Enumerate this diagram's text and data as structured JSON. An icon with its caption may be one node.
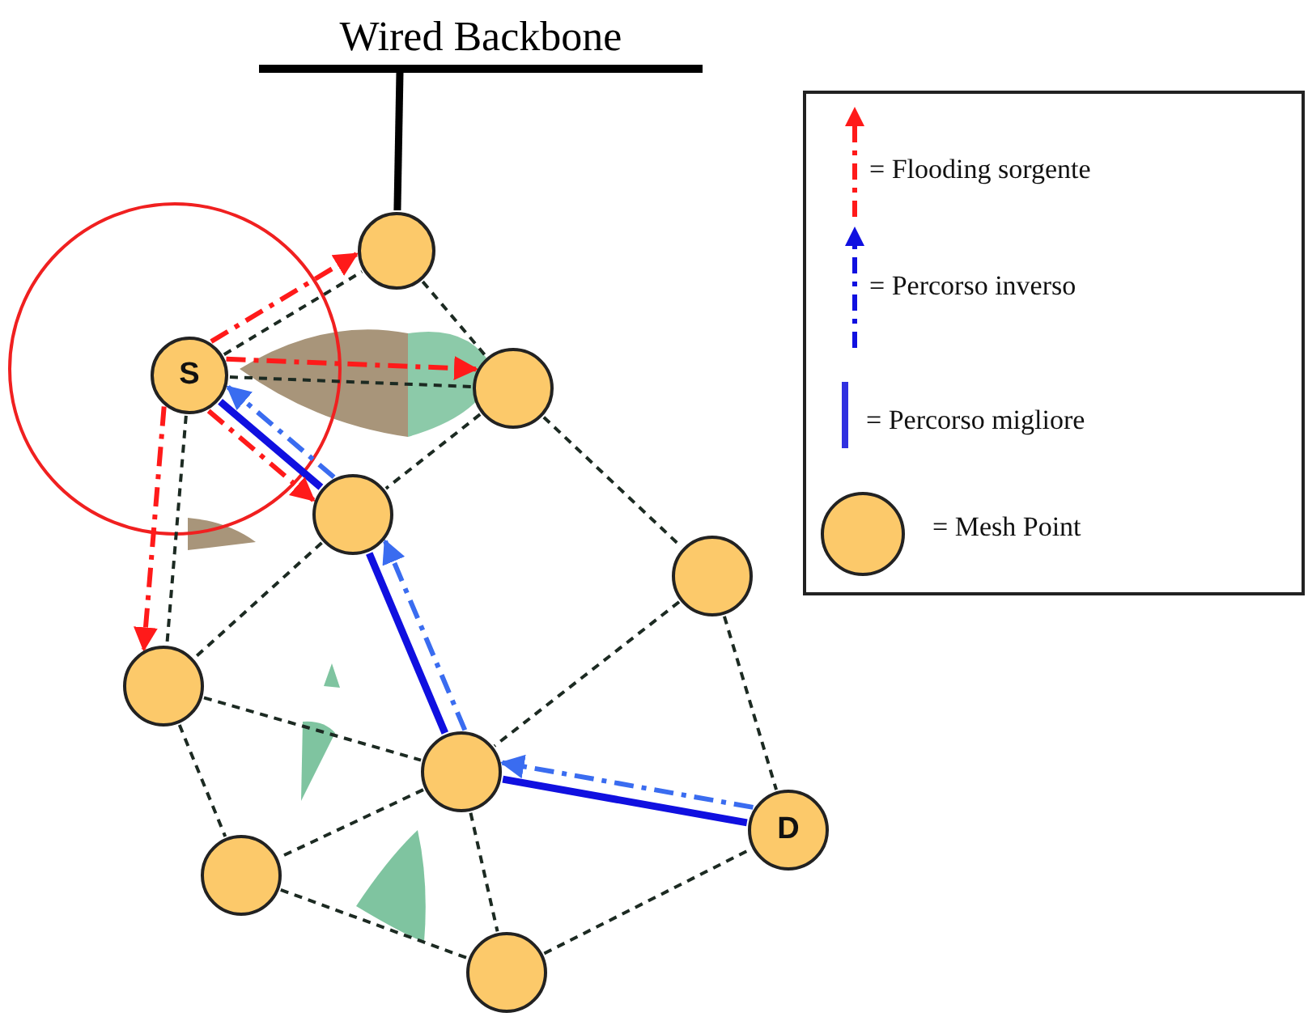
{
  "diagram": {
    "nodes": [
      {
        "text": [
          "Wired Backbone"
        ]
      },
      {
        "text": [],
        "shape": "circle"
      },
      {
        "text": [
          "S"
        ]
      },
      {
        "text": [],
        "shape": "circle"
      },
      {
        "text": [],
        "shape": "circle"
      },
      {
        "text": [],
        "shape": "circle"
      },
      {
        "text": [],
        "shape": "circle"
      },
      {
        "text": [],
        "shape": "circle"
      },
      {
        "text": [
          "D"
        ]
      },
      {
        "text": [],
        "shape": "circle"
      },
      {
        "text": [],
        "shape": "circle"
      }
    ],
    "edges": [
      {
        "from": 0,
        "to": 1,
        "arrow": "none",
        "style": "thick",
        "color": "#000000"
      },
      {
        "from": 2,
        "to": 1,
        "arrow": "none",
        "style": "dashed"
      },
      {
        "from": 2,
        "to": 3,
        "arrow": "none",
        "style": "dashed"
      },
      {
        "from": 1,
        "to": 3,
        "arrow": "none",
        "style": "dashed"
      },
      {
        "from": 3,
        "to": 4,
        "arrow": "none",
        "style": "dashed"
      },
      {
        "from": 3,
        "to": 5,
        "arrow": "none",
        "style": "dashed"
      },
      {
        "from": 2,
        "to": 6,
        "arrow": "none",
        "style": "dashed"
      },
      {
        "from": 4,
        "to": 6,
        "arrow": "none",
        "style": "dashed"
      },
      {
        "from": 6,
        "to": 7,
        "arrow": "none",
        "style": "dashed"
      },
      {
        "from": 6,
        "to": 9,
        "arrow": "none",
        "style": "dashed"
      },
      {
        "from": 5,
        "to": 7,
        "arrow": "none",
        "style": "dashed"
      },
      {
        "from": 5,
        "to": 8,
        "arrow": "none",
        "style": "dashed"
      },
      {
        "from": 7,
        "to": 9,
        "arrow": "none",
        "style": "dashed"
      },
      {
        "from": 7,
        "to": 10,
        "arrow": "none",
        "style": "dashed"
      },
      {
        "from": 9,
        "to": 10,
        "arrow": "none",
        "style": "dashed"
      },
      {
        "from": 10,
        "to": 8,
        "arrow": "none",
        "style": "dashed"
      },
      {
        "from": 2,
        "to": 4,
        "arrow": "none",
        "style": "thick",
        "color": "#1010e0"
      },
      {
        "from": 4,
        "to": 7,
        "arrow": "none",
        "style": "thick",
        "color": "#1010e0"
      },
      {
        "from": 7,
        "to": 8,
        "arrow": "none",
        "style": "thick",
        "color": "#1010e0"
      },
      {
        "from": 2,
        "to": 1,
        "arrow": "to",
        "style": "dashed",
        "color": "#ff1a1a"
      },
      {
        "from": 2,
        "to": 3,
        "arrow": "to",
        "style": "dashed",
        "color": "#ff1a1a"
      },
      {
        "from": 2,
        "to": 4,
        "arrow": "to",
        "style": "dashed",
        "color": "#ff1a1a"
      },
      {
        "from": 2,
        "to": 6,
        "arrow": "to",
        "style": "dashed",
        "color": "#ff1a1a"
      },
      {
        "from": 8,
        "to": 7,
        "arrow": "to",
        "style": "dashed",
        "color": "#3a6cf0"
      },
      {
        "from": 7,
        "to": 4,
        "arrow": "to",
        "style": "dashed",
        "color": "#3a6cf0"
      },
      {
        "from": 4,
        "to": 2,
        "arrow": "to",
        "style": "dashed",
        "color": "#3a6cf0"
      }
    ],
    "legend": [
      {
        "text": "= Flooding sorgente"
      },
      {
        "text": "= Percorso inverso"
      },
      {
        "text": "= Percorso migliore"
      },
      {
        "text": "= Mesh Point"
      }
    ]
  }
}
